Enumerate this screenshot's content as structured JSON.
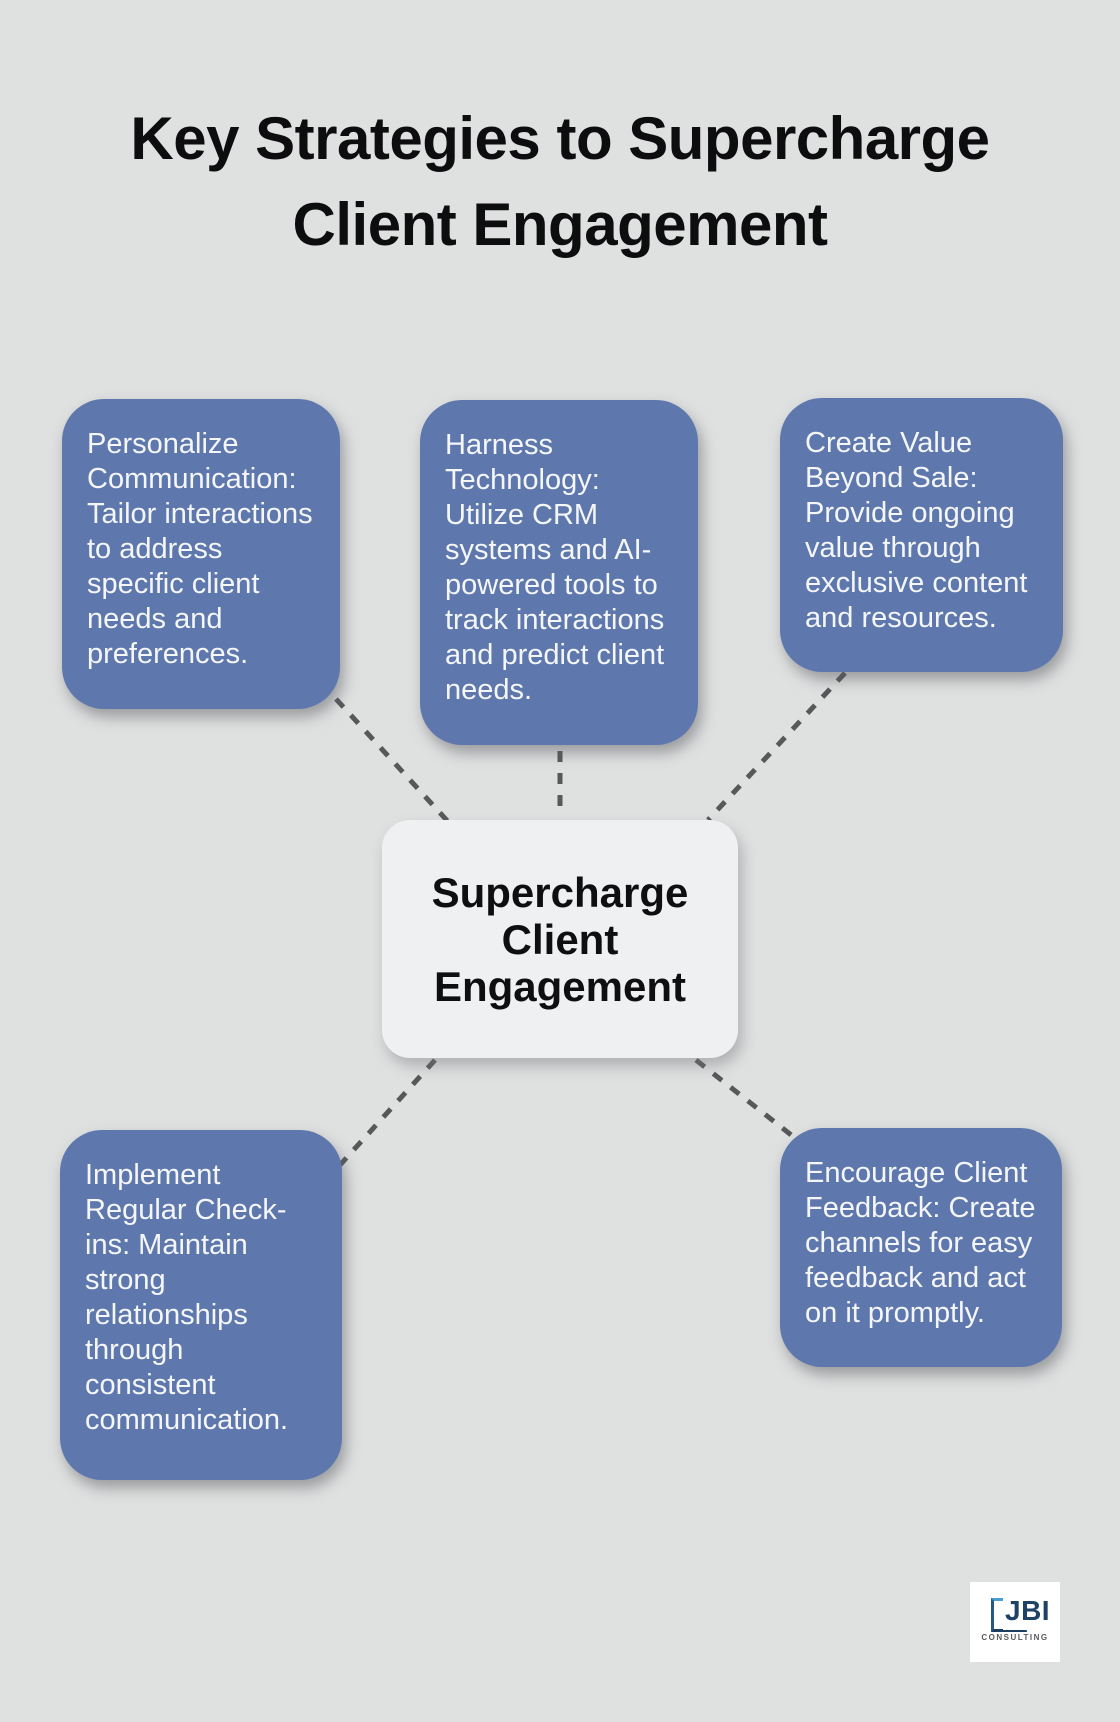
{
  "title": {
    "full": "Key Strategies to Supercharge Client Engagement",
    "lines": [
      "Key Strategies to Supercharge",
      "Client Engagement"
    ]
  },
  "center_node": {
    "label": "Supercharge Client Engagement"
  },
  "cards": [
    {
      "id": "personalize-communication",
      "text": "Personalize Communication: Tailor interactions to address specific client needs and preferences."
    },
    {
      "id": "harness-technology",
      "text": "Harness Technology: Utilize CRM systems and AI-powered tools to track interactions and predict client needs."
    },
    {
      "id": "create-value-beyond-sale",
      "text": "Create Value Beyond Sale: Provide ongoing value through exclusive content and resources."
    },
    {
      "id": "implement-regular-check-ins",
      "text": "Implement Regular Check-ins: Maintain strong relationships through consistent communication."
    },
    {
      "id": "encourage-client-feedback",
      "text": "Encourage Client Feedback: Create channels for easy feedback and act on it promptly."
    }
  ],
  "logo": {
    "name": "JBI",
    "subtext": "CONSULTING"
  },
  "colors": {
    "background": "#dfe0e0",
    "card_blue": "#5e78ad",
    "card_text": "#f4f6f8",
    "center_bg": "#eef0f1",
    "connector_gray": "#57585a",
    "title_text": "#0d0d0f",
    "logo_navy": "#1d4266",
    "logo_light_blue": "#4a9ed2",
    "logo_subtext_gray": "#5a5b5e"
  }
}
